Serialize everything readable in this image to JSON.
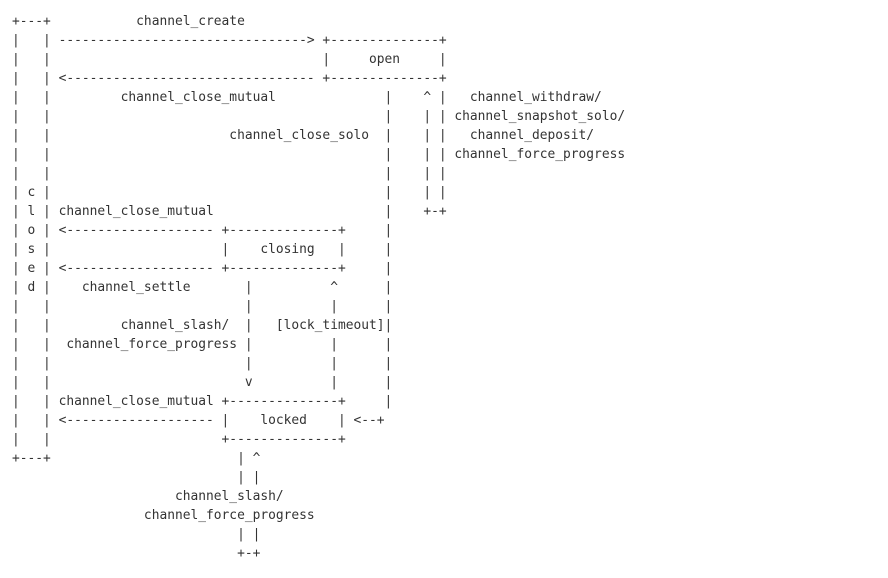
{
  "diagram": {
    "lines": [
      "+---+           channel_create",
      "|   | --------------------------------> +--------------+",
      "|   |                                   |     open     |",
      "|   | <-------------------------------- +--------------+",
      "|   |         channel_close_mutual              |    ^ |   channel_withdraw/",
      "|   |                                           |    | | channel_snapshot_solo/",
      "|   |                       channel_close_solo  |    | |   channel_deposit/",
      "|   |                                           |    | | channel_force_progress",
      "|   |                                           |    | |",
      "| c |                                           |    | |",
      "| l | channel_close_mutual                      |    +-+",
      "| o | <------------------- +--------------+     |",
      "| s |                      |    closing   |     |",
      "| e | <------------------- +--------------+     |",
      "| d |    channel_settle       |          ^      |",
      "|   |                         |          |      |",
      "|   |         channel_slash/  |   [lock_timeout]|",
      "|   |  channel_force_progress |          |      |",
      "|   |                         |          |      |",
      "|   |                         v          |      |",
      "|   | channel_close_mutual +--------------+     |",
      "|   | <------------------- |    locked    | <--+",
      "|   |                      +--------------+",
      "+---+                        | ^",
      "                             | |",
      "                     channel_slash/",
      "                 channel_force_progress",
      "                             | |",
      "                             +-+"
    ]
  }
}
